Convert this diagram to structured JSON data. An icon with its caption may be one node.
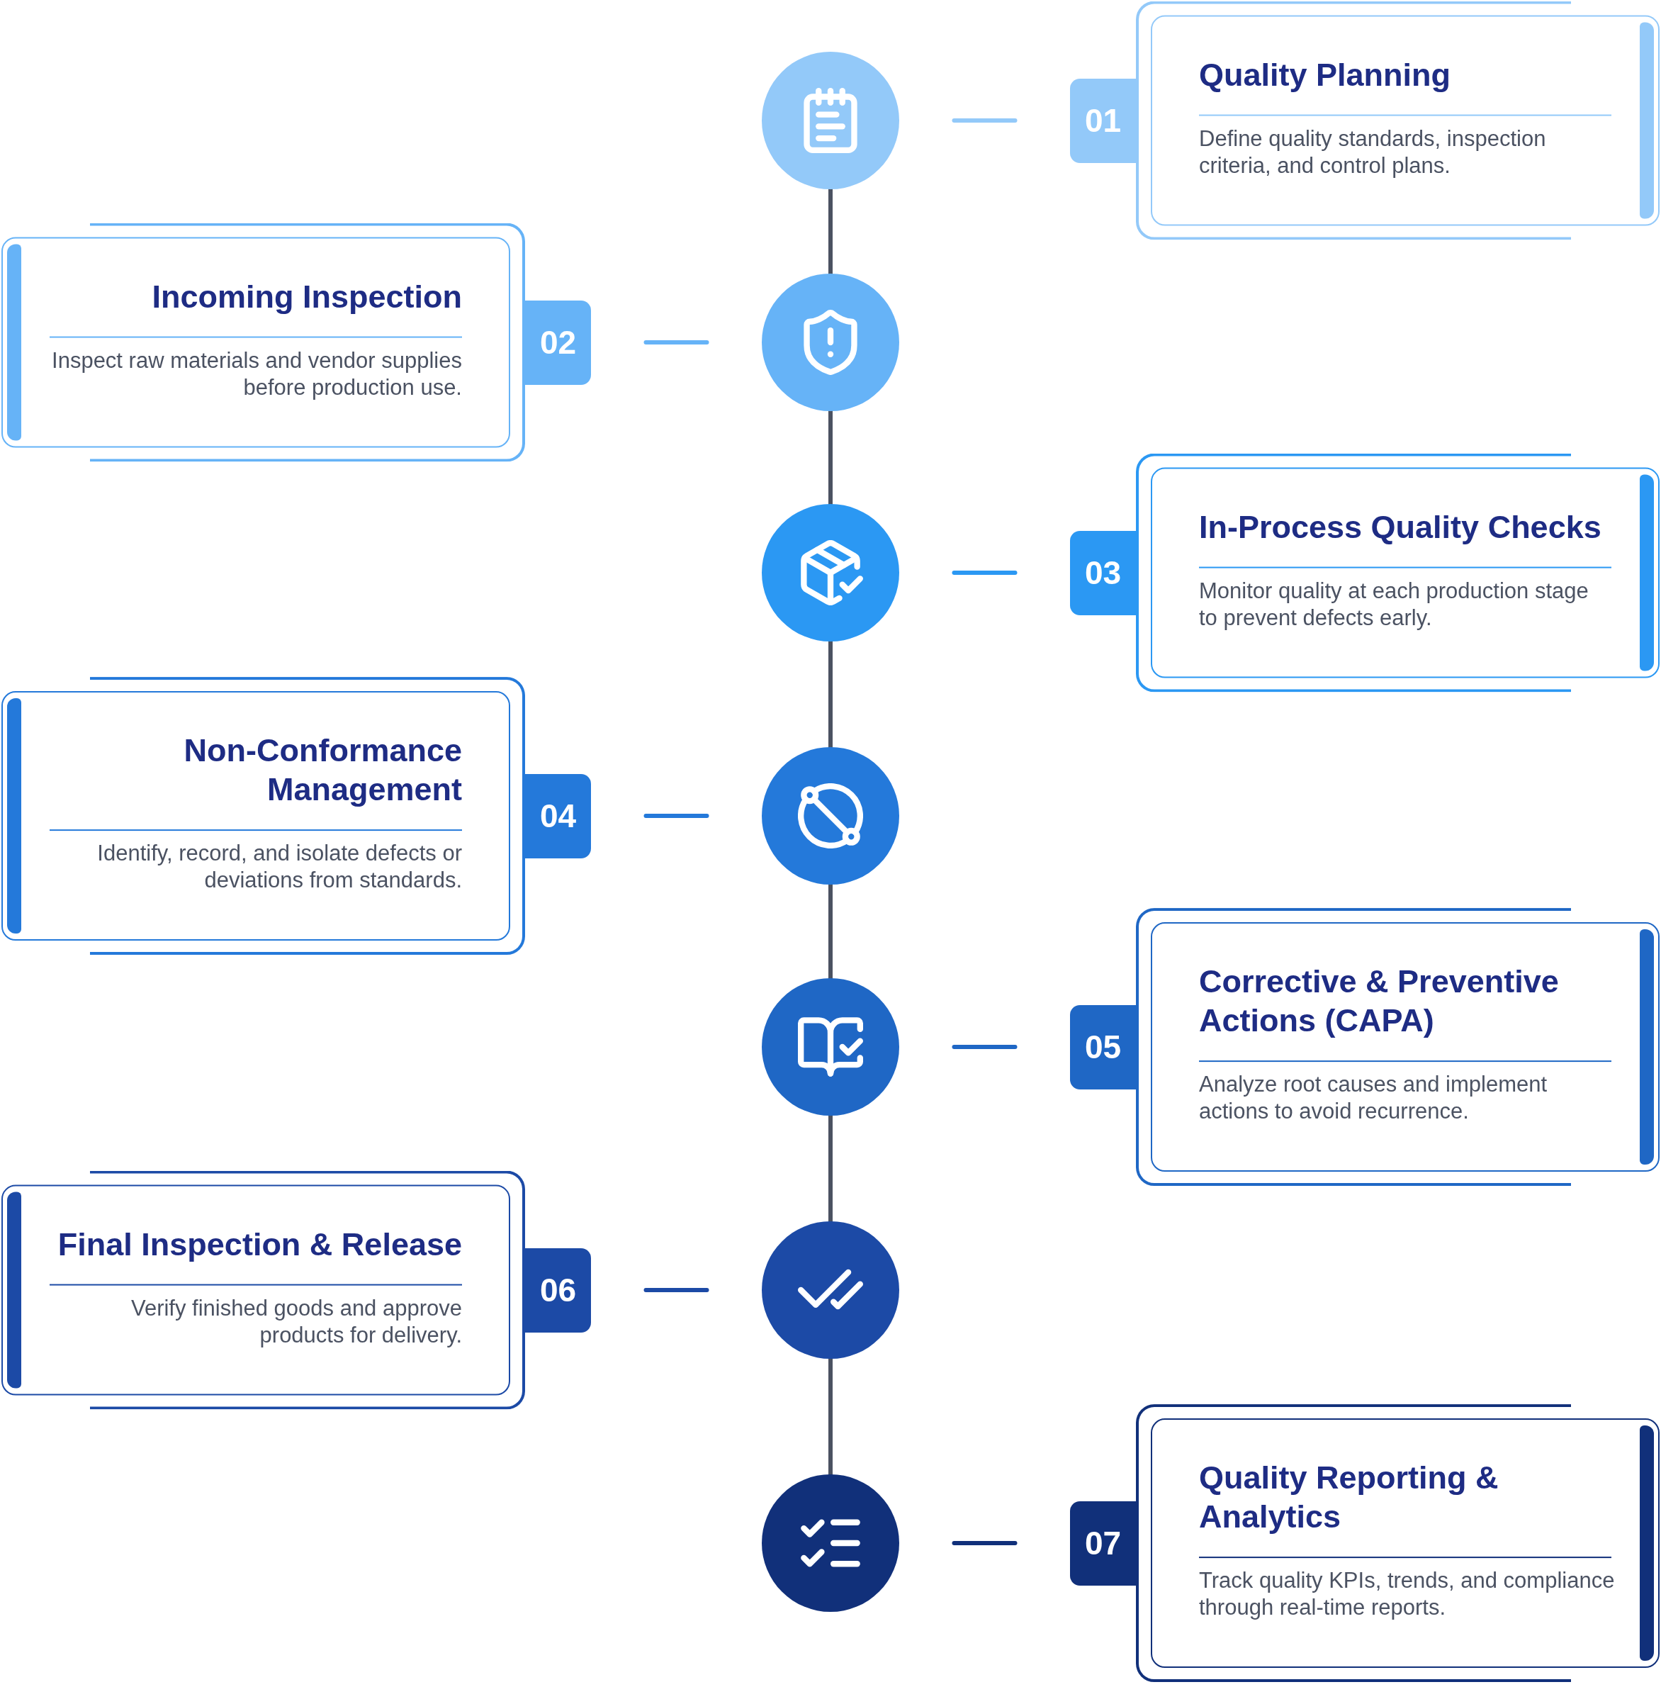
{
  "diagram": {
    "nodes": [
      {
        "text": [],
        "shape": "circle"
      },
      {
        "text": [
          "01"
        ]
      },
      {
        "text": [
          "Quality Planning",
          "Define quality standards, inspection criteria, and control plans."
        ]
      },
      {
        "text": [],
        "shape": "circle"
      },
      {
        "text": [
          "02"
        ]
      },
      {
        "text": [
          "Incoming Inspection",
          "Inspect raw materials and vendor supplies before production use."
        ]
      },
      {
        "text": [],
        "shape": "circle"
      },
      {
        "text": [
          "03"
        ]
      },
      {
        "text": [
          "In-Process Quality Checks",
          "Monitor quality at each production stage to prevent defects early."
        ]
      },
      {
        "text": [],
        "shape": "circle"
      },
      {
        "text": [
          "04"
        ]
      },
      {
        "text": [
          "Non-Conformance Management",
          "Identify, record, and isolate defects or deviations from standards."
        ]
      },
      {
        "text": [],
        "shape": "circle"
      },
      {
        "text": [
          "05"
        ]
      },
      {
        "text": [
          "Corrective & Preventive Actions (CAPA)",
          "Analyze root causes and implement actions to avoid recurrence."
        ]
      },
      {
        "text": [],
        "shape": "circle"
      },
      {
        "text": [
          "06"
        ]
      },
      {
        "text": [
          "Final Inspection & Release",
          "Verify finished goods and approve products for delivery."
        ]
      },
      {
        "text": [],
        "shape": "circle"
      },
      {
        "text": [
          "07"
        ]
      },
      {
        "text": [
          "Quality Reporting & Analytics",
          "Track quality KPIs, trends, and compliance through real-time reports."
        ]
      }
    ],
    "edges": [
      {
        "from": 0,
        "to": 1,
        "arrow": "none",
        "color": "#93c9f9"
      },
      {
        "from": 0,
        "to": 3,
        "arrow": "none"
      },
      {
        "from": 3,
        "to": 4,
        "arrow": "none",
        "color": "#66b3f7"
      },
      {
        "from": 3,
        "to": 6,
        "arrow": "none"
      },
      {
        "from": 6,
        "to": 7,
        "arrow": "none",
        "color": "#2b98f3"
      },
      {
        "from": 6,
        "to": 9,
        "arrow": "none"
      },
      {
        "from": 9,
        "to": 10,
        "arrow": "none",
        "color": "#2479da"
      },
      {
        "from": 9,
        "to": 12,
        "arrow": "none"
      },
      {
        "from": 12,
        "to": 13,
        "arrow": "none",
        "color": "#1f67c5"
      },
      {
        "from": 12,
        "to": 15,
        "arrow": "none"
      },
      {
        "from": 15,
        "to": 16,
        "arrow": "none",
        "color": "#1c4aa6"
      },
      {
        "from": 15,
        "to": 18,
        "arrow": "none"
      },
      {
        "from": 18,
        "to": 19,
        "arrow": "none",
        "color": "#11307a"
      }
    ]
  }
}
